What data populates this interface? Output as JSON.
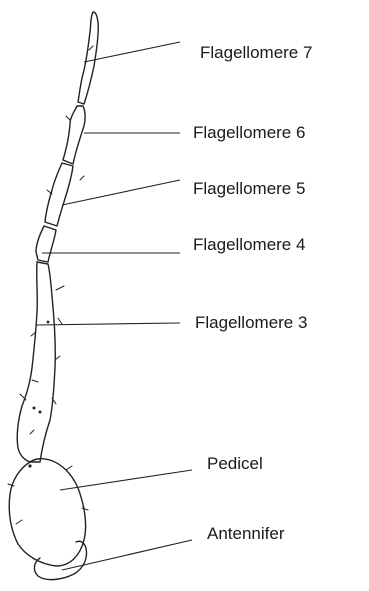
{
  "labels": {
    "flagellomere_7": "Flagellomere 7",
    "flagellomere_6": "Flagellomere 6",
    "flagellomere_5": "Flagellomere 5",
    "flagellomere_4": "Flagellomere  4",
    "flagellomere_3": "Flagellomere 3",
    "pedicel": "Pedicel",
    "antennifer": "Antennifer"
  }
}
